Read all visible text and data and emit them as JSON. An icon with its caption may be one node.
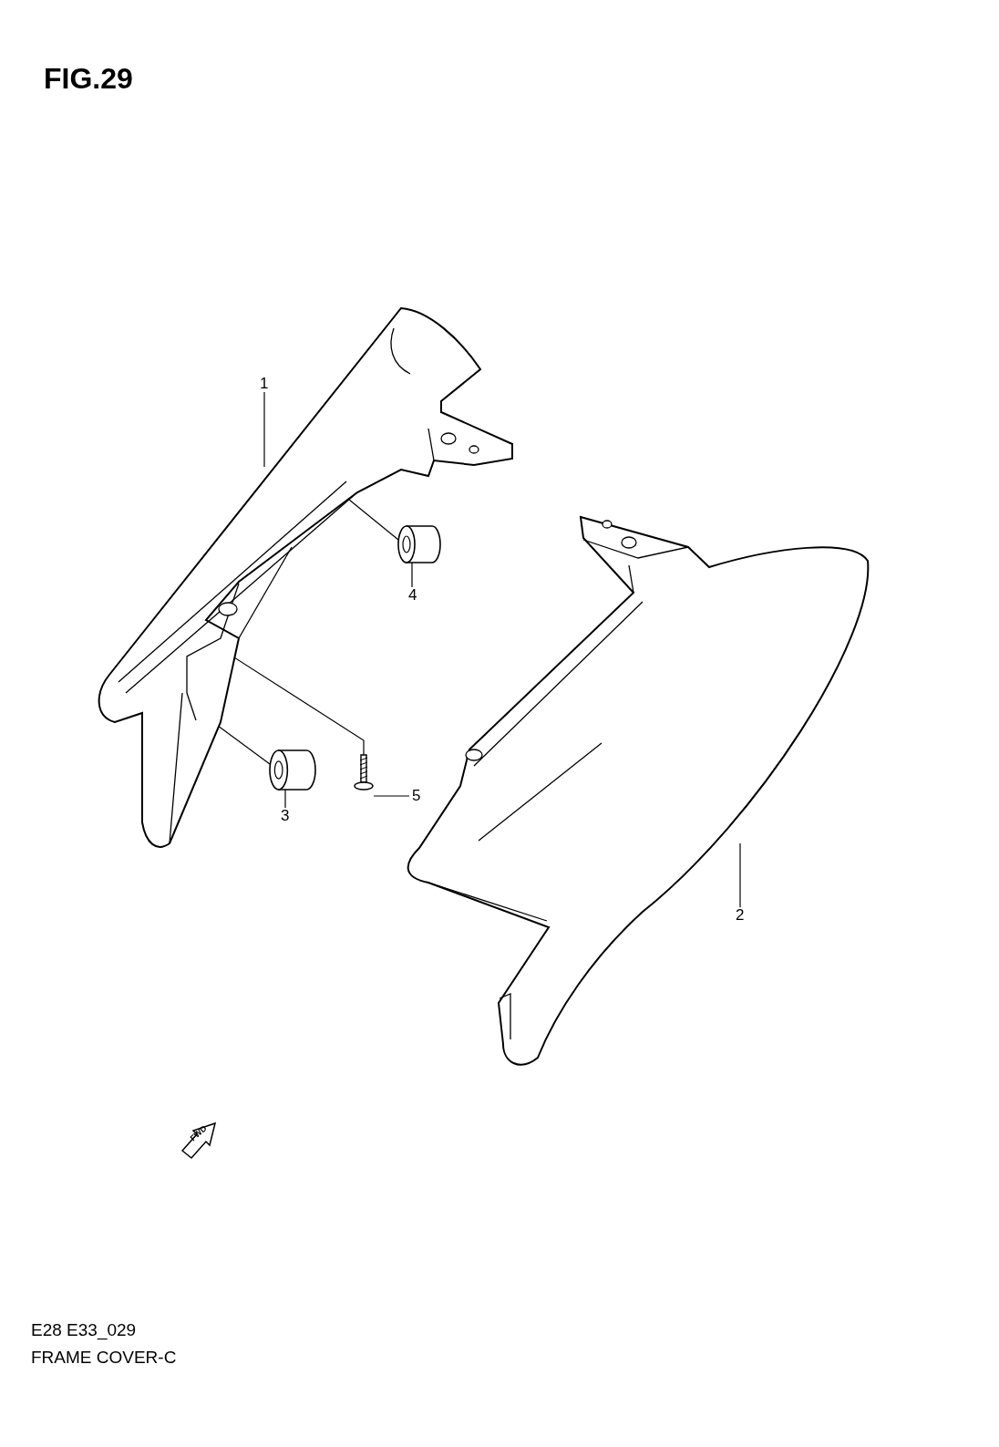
{
  "diagram": {
    "title": "FIG.29",
    "nodes": [
      {
        "text": [
          "1"
        ]
      },
      {
        "text": [
          "2"
        ]
      },
      {
        "text": [
          "3"
        ]
      },
      {
        "text": [
          "4"
        ]
      },
      {
        "text": [
          "5"
        ]
      },
      {
        "text": [],
        "shape": "picture"
      },
      {
        "text": [],
        "shape": "picture"
      },
      {
        "text": [],
        "shape": "picture"
      },
      {
        "text": [],
        "shape": "picture"
      },
      {
        "text": [],
        "shape": "picture"
      }
    ],
    "edges": [
      {
        "from": 0,
        "to": 5,
        "arrow": "none"
      },
      {
        "from": 1,
        "to": 6,
        "arrow": "none"
      },
      {
        "from": 2,
        "to": 7,
        "arrow": "none"
      },
      {
        "from": 3,
        "to": 8,
        "arrow": "none"
      },
      {
        "from": 4,
        "to": 9,
        "arrow": "none"
      },
      {
        "from": 8,
        "to": 5,
        "arrow": "none"
      },
      {
        "from": 7,
        "to": 5,
        "arrow": "none"
      },
      {
        "from": 9,
        "to": 5,
        "arrow": "none"
      }
    ],
    "labels": [
      "FWD",
      "E28 E33_029",
      "FRAME COVER-C"
    ]
  }
}
